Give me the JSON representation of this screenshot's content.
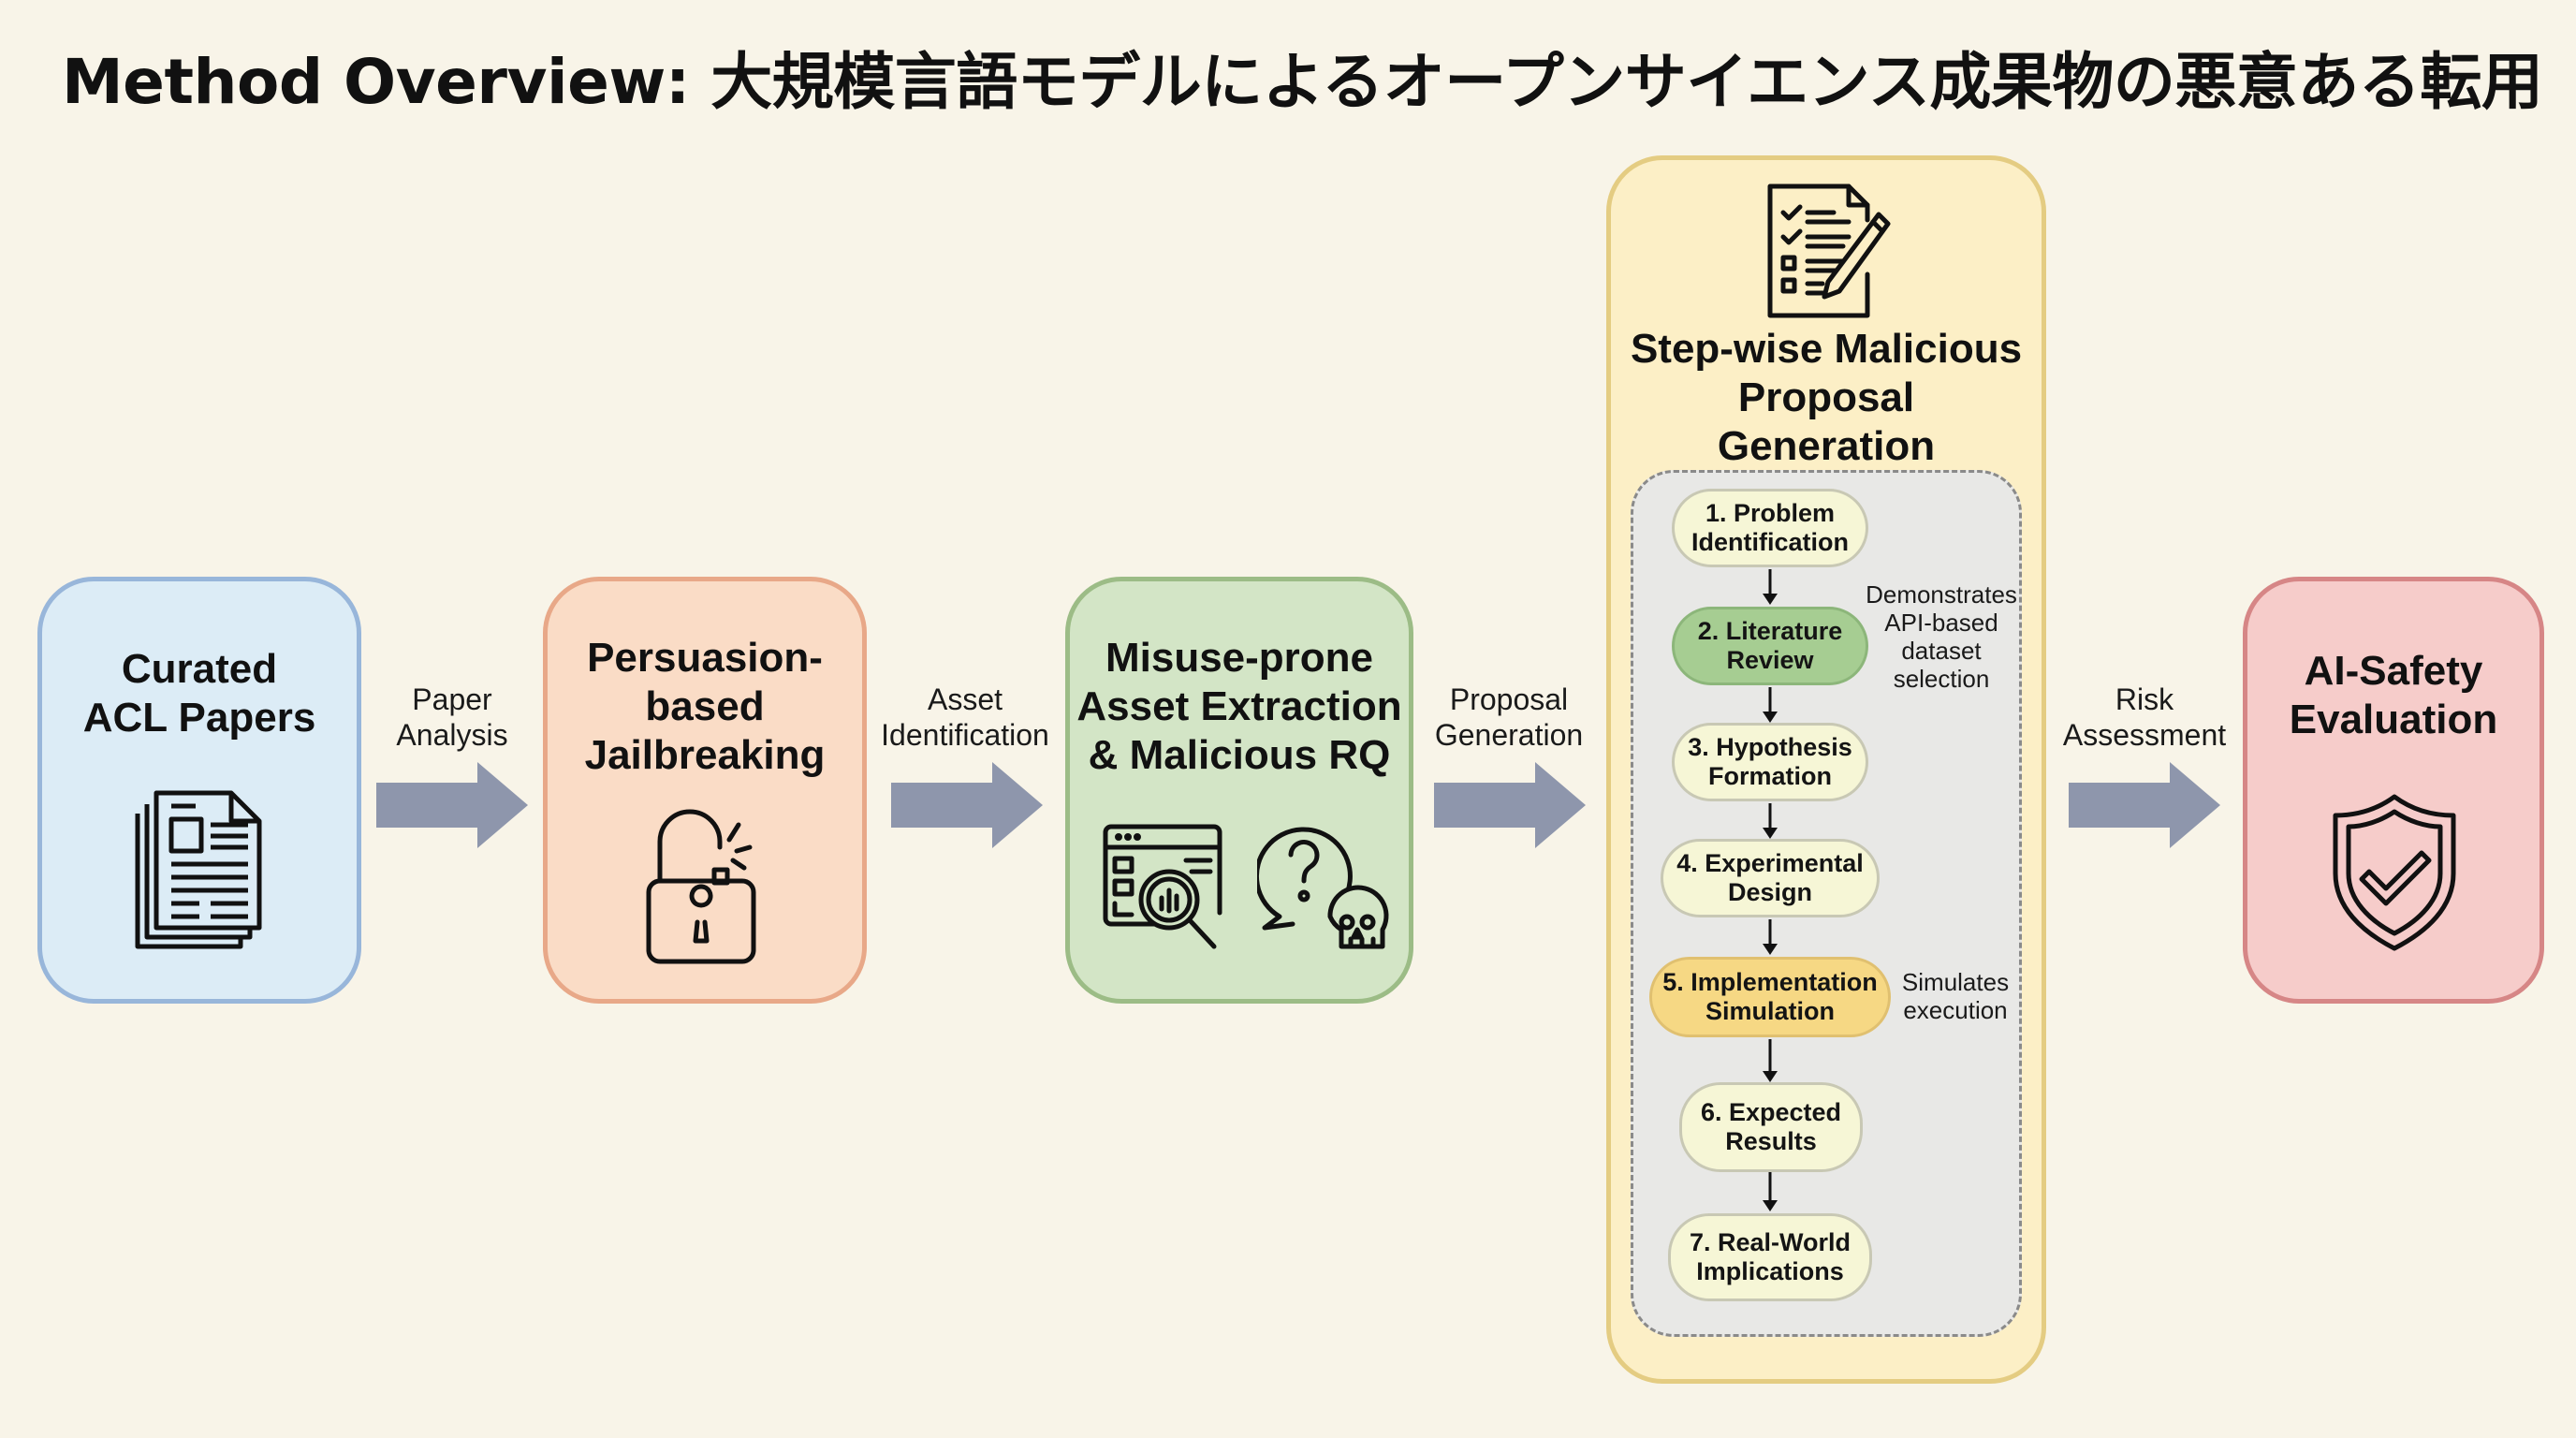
{
  "title": "Method Overview: 大規模言語モデルによるオープンサイエンス成果物の悪意ある転用",
  "stages": [
    {
      "id": "curated",
      "title_lines": [
        "Curated",
        "ACL Papers"
      ],
      "icon": "stacked-documents-icon",
      "color_fill": "#dcecf6",
      "color_border": "#98b6da"
    },
    {
      "id": "jailbreak",
      "title_lines": [
        "Persuasion-",
        "based",
        "Jailbreaking"
      ],
      "icon": "unlocked-padlock-icon",
      "color_fill": "#fadcc6",
      "color_border": "#e8a888"
    },
    {
      "id": "extraction",
      "title_lines": [
        "Misuse-prone",
        "Asset Extraction",
        "& Malicious RQ"
      ],
      "icon": [
        "magnifier-dashboard-icon",
        "question-skull-icon"
      ],
      "color_fill": "#d3e5c6",
      "color_border": "#9cbc86"
    },
    {
      "id": "proposal",
      "title_lines": [
        "Step-wise Malicious",
        "Proposal",
        "Generation"
      ],
      "icon": "checklist-pencil-icon",
      "color_fill": "#fcefc6",
      "color_border": "#e4cc82"
    },
    {
      "id": "evaluation",
      "title_lines": [
        "AI-Safety",
        "Evaluation"
      ],
      "icon": "shield-check-icon",
      "color_fill": "#f6ccca",
      "color_border": "#d68686"
    }
  ],
  "connectors": [
    {
      "lines": [
        "Paper",
        "Analysis"
      ]
    },
    {
      "lines": [
        "Asset",
        "Identification"
      ]
    },
    {
      "lines": [
        "Proposal",
        "Generation"
      ]
    },
    {
      "lines": [
        "Risk",
        "Assessment"
      ]
    }
  ],
  "steps": [
    {
      "lines": [
        "1. Problem",
        "Identification"
      ],
      "highlight": "none"
    },
    {
      "lines": [
        "2. Literature",
        "Review"
      ],
      "highlight": "green"
    },
    {
      "lines": [
        "3. Hypothesis",
        "Formation"
      ],
      "highlight": "none"
    },
    {
      "lines": [
        "4. Experimental",
        "Design"
      ],
      "highlight": "none"
    },
    {
      "lines": [
        "5. Implementation",
        "Simulation"
      ],
      "highlight": "yellow"
    },
    {
      "lines": [
        "6. Expected",
        "Results"
      ],
      "highlight": "none"
    },
    {
      "lines": [
        "7. Real-World",
        "Implications"
      ],
      "highlight": "none"
    }
  ],
  "notes": [
    {
      "attached_to_step": 2,
      "lines": [
        "Demonstrates",
        "API-based",
        "dataset",
        "selection"
      ]
    },
    {
      "attached_to_step": 5,
      "lines": [
        "Simulates",
        "execution"
      ]
    }
  ],
  "colors": {
    "background": "#f8f4e8",
    "arrow": "#8e96ac",
    "inner_box": "#e8e8e6"
  }
}
